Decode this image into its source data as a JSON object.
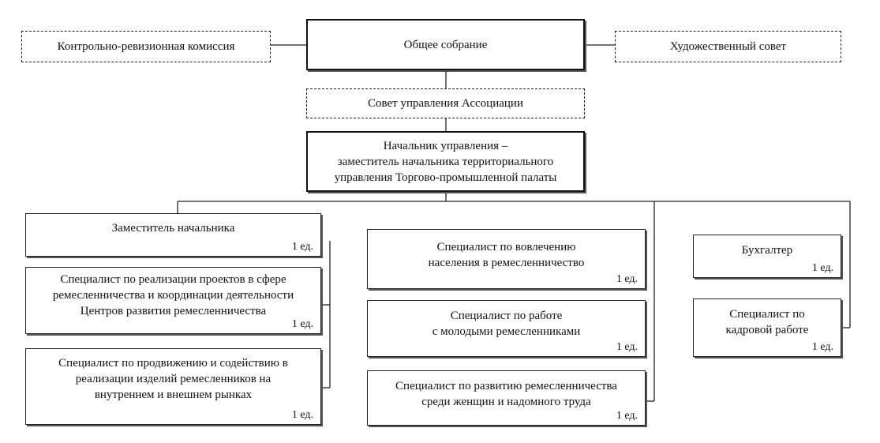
{
  "top": {
    "control_commission": "Контрольно-ревизионная комиссия",
    "general_meeting": "Общее собрание",
    "art_council": "Художественный совет"
  },
  "board": "Совет управления Ассоциации",
  "head": {
    "line1": "Начальник управления –",
    "line2": "заместитель начальника территориального",
    "line3": "управления Торгово-промышленной палаты"
  },
  "positions": {
    "deputy": {
      "title": "Заместитель начальника",
      "qty": "1 ед."
    },
    "projects_specialist": {
      "line1": "Специалист  по реализации проектов в сфере",
      "line2": "ремесленничества и координации деятельности",
      "line3": "Центров развития ремесленничества",
      "qty": "1 ед."
    },
    "promotion_specialist": {
      "line1": "Специалист по продвижению и содействию в",
      "line2": "реализации изделий ремесленников на",
      "line3": "внутреннем и внешнем рынках",
      "qty": "1 ед."
    },
    "involvement_specialist": {
      "line1": "Специалист по вовлечению",
      "line2": "населения в ремесленничество",
      "qty": "1 ед."
    },
    "youth_specialist": {
      "line1": "Специалист по работе",
      "line2": "с молодыми ремесленниками",
      "qty": "1 ед."
    },
    "women_specialist": {
      "line1": "Специалист по развитию ремесленничества",
      "line2": "среди женщин и надомного труда",
      "qty": "1 ед."
    },
    "accountant": {
      "title": "Бухгалтер",
      "qty": "1 ед."
    },
    "hr_specialist": {
      "line1": "Специалист по",
      "line2": "кадровой работе",
      "qty": "1 ед."
    }
  }
}
